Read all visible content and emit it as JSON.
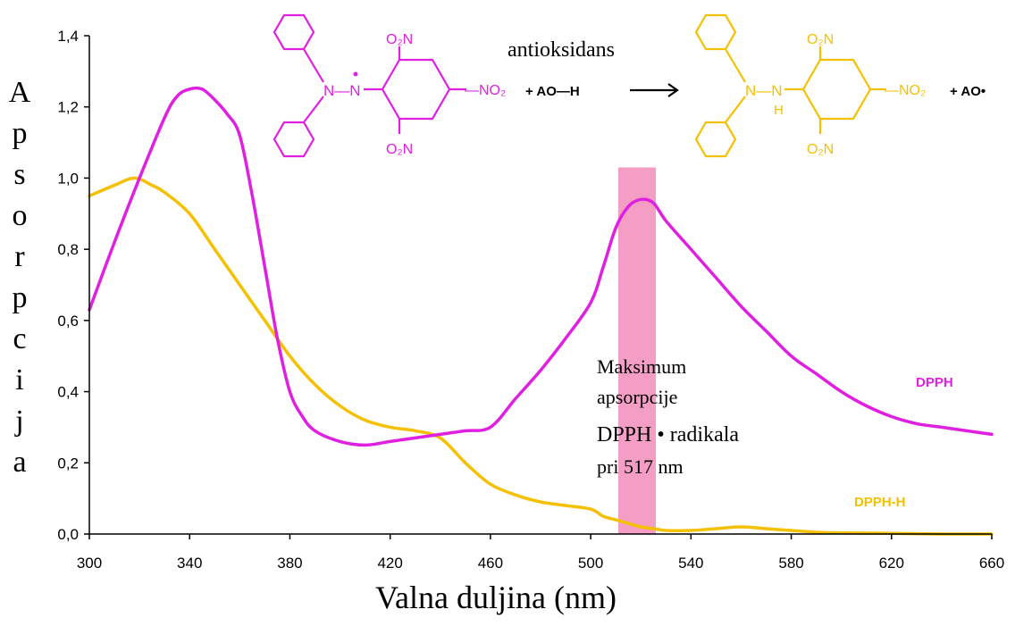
{
  "colors": {
    "dpph": "#e020e0",
    "dpph_h": "#f5c000",
    "band_fill": "#f06aa6",
    "axis": "#000000",
    "grid": "#dddddd"
  },
  "chart_data": {
    "type": "line",
    "title": "",
    "xlabel": "Valna duljina (nm)",
    "ylabel": "Apsorpcija",
    "xlim": [
      300,
      660
    ],
    "ylim": [
      0,
      1.4
    ],
    "xticks": [
      "300",
      "340",
      "380",
      "420",
      "460",
      "500",
      "540",
      "580",
      "620",
      "660"
    ],
    "yticks": [
      "0,0",
      "0,2",
      "0,4",
      "0,6",
      "0,8",
      "1,0",
      "1,2",
      "1,4"
    ],
    "grid": false,
    "legend": "labels next to curves",
    "series": [
      {
        "name": "DPPH",
        "color": "#e020e0",
        "x": [
          300,
          310,
          320,
          330,
          335,
          340,
          345,
          350,
          355,
          360,
          365,
          370,
          375,
          380,
          385,
          390,
          400,
          410,
          420,
          430,
          440,
          450,
          460,
          470,
          480,
          490,
          500,
          505,
          510,
          515,
          520,
          525,
          530,
          540,
          550,
          560,
          570,
          580,
          590,
          600,
          610,
          620,
          630,
          640,
          650,
          660
        ],
        "y": [
          0.63,
          0.82,
          1.0,
          1.17,
          1.23,
          1.25,
          1.25,
          1.22,
          1.18,
          1.12,
          0.95,
          0.75,
          0.55,
          0.4,
          0.33,
          0.29,
          0.26,
          0.25,
          0.26,
          0.27,
          0.28,
          0.29,
          0.3,
          0.38,
          0.46,
          0.55,
          0.65,
          0.75,
          0.86,
          0.92,
          0.94,
          0.93,
          0.88,
          0.8,
          0.72,
          0.64,
          0.57,
          0.5,
          0.45,
          0.4,
          0.36,
          0.33,
          0.31,
          0.3,
          0.29,
          0.28
        ]
      },
      {
        "name": "DPPH-H",
        "color": "#f5c000",
        "x": [
          300,
          310,
          318,
          325,
          330,
          340,
          350,
          360,
          370,
          380,
          390,
          400,
          410,
          420,
          430,
          440,
          450,
          460,
          470,
          480,
          490,
          500,
          505,
          510,
          515,
          520,
          525,
          530,
          540,
          550,
          560,
          570,
          580,
          590,
          600,
          620,
          640,
          660
        ],
        "y": [
          0.95,
          0.98,
          1.0,
          0.98,
          0.96,
          0.9,
          0.8,
          0.7,
          0.6,
          0.5,
          0.42,
          0.36,
          0.32,
          0.3,
          0.29,
          0.27,
          0.2,
          0.14,
          0.11,
          0.09,
          0.08,
          0.07,
          0.05,
          0.04,
          0.03,
          0.02,
          0.015,
          0.01,
          0.01,
          0.015,
          0.02,
          0.015,
          0.01,
          0.005,
          0.003,
          0.002,
          0.0,
          0.0
        ]
      }
    ],
    "highlight_band": {
      "from": 511,
      "to": 526,
      "top": 1.03
    }
  },
  "labels": {
    "y_letters": [
      "A",
      "p",
      "s",
      "o",
      "r",
      "p",
      "c",
      "i",
      "j",
      "a"
    ],
    "x_title": "Valna duljina (nm)",
    "series_dpph": "DPPH",
    "series_dpph_h": "DPPH-H",
    "annotation": [
      "Maksimum",
      "apsorpcije",
      "DPPH • radikala",
      "pri 517 nm"
    ],
    "reaction": {
      "arrow_label": "antioksidans",
      "reagent": "+ AO—H",
      "product": "+ AO•",
      "no2_top": "O₂N",
      "no2_right": "—NO₂",
      "no2_bottom": "O₂N",
      "hydrazyl_radical": "N—N",
      "hydrazine": "N—N",
      "hydrogen": "H"
    }
  }
}
